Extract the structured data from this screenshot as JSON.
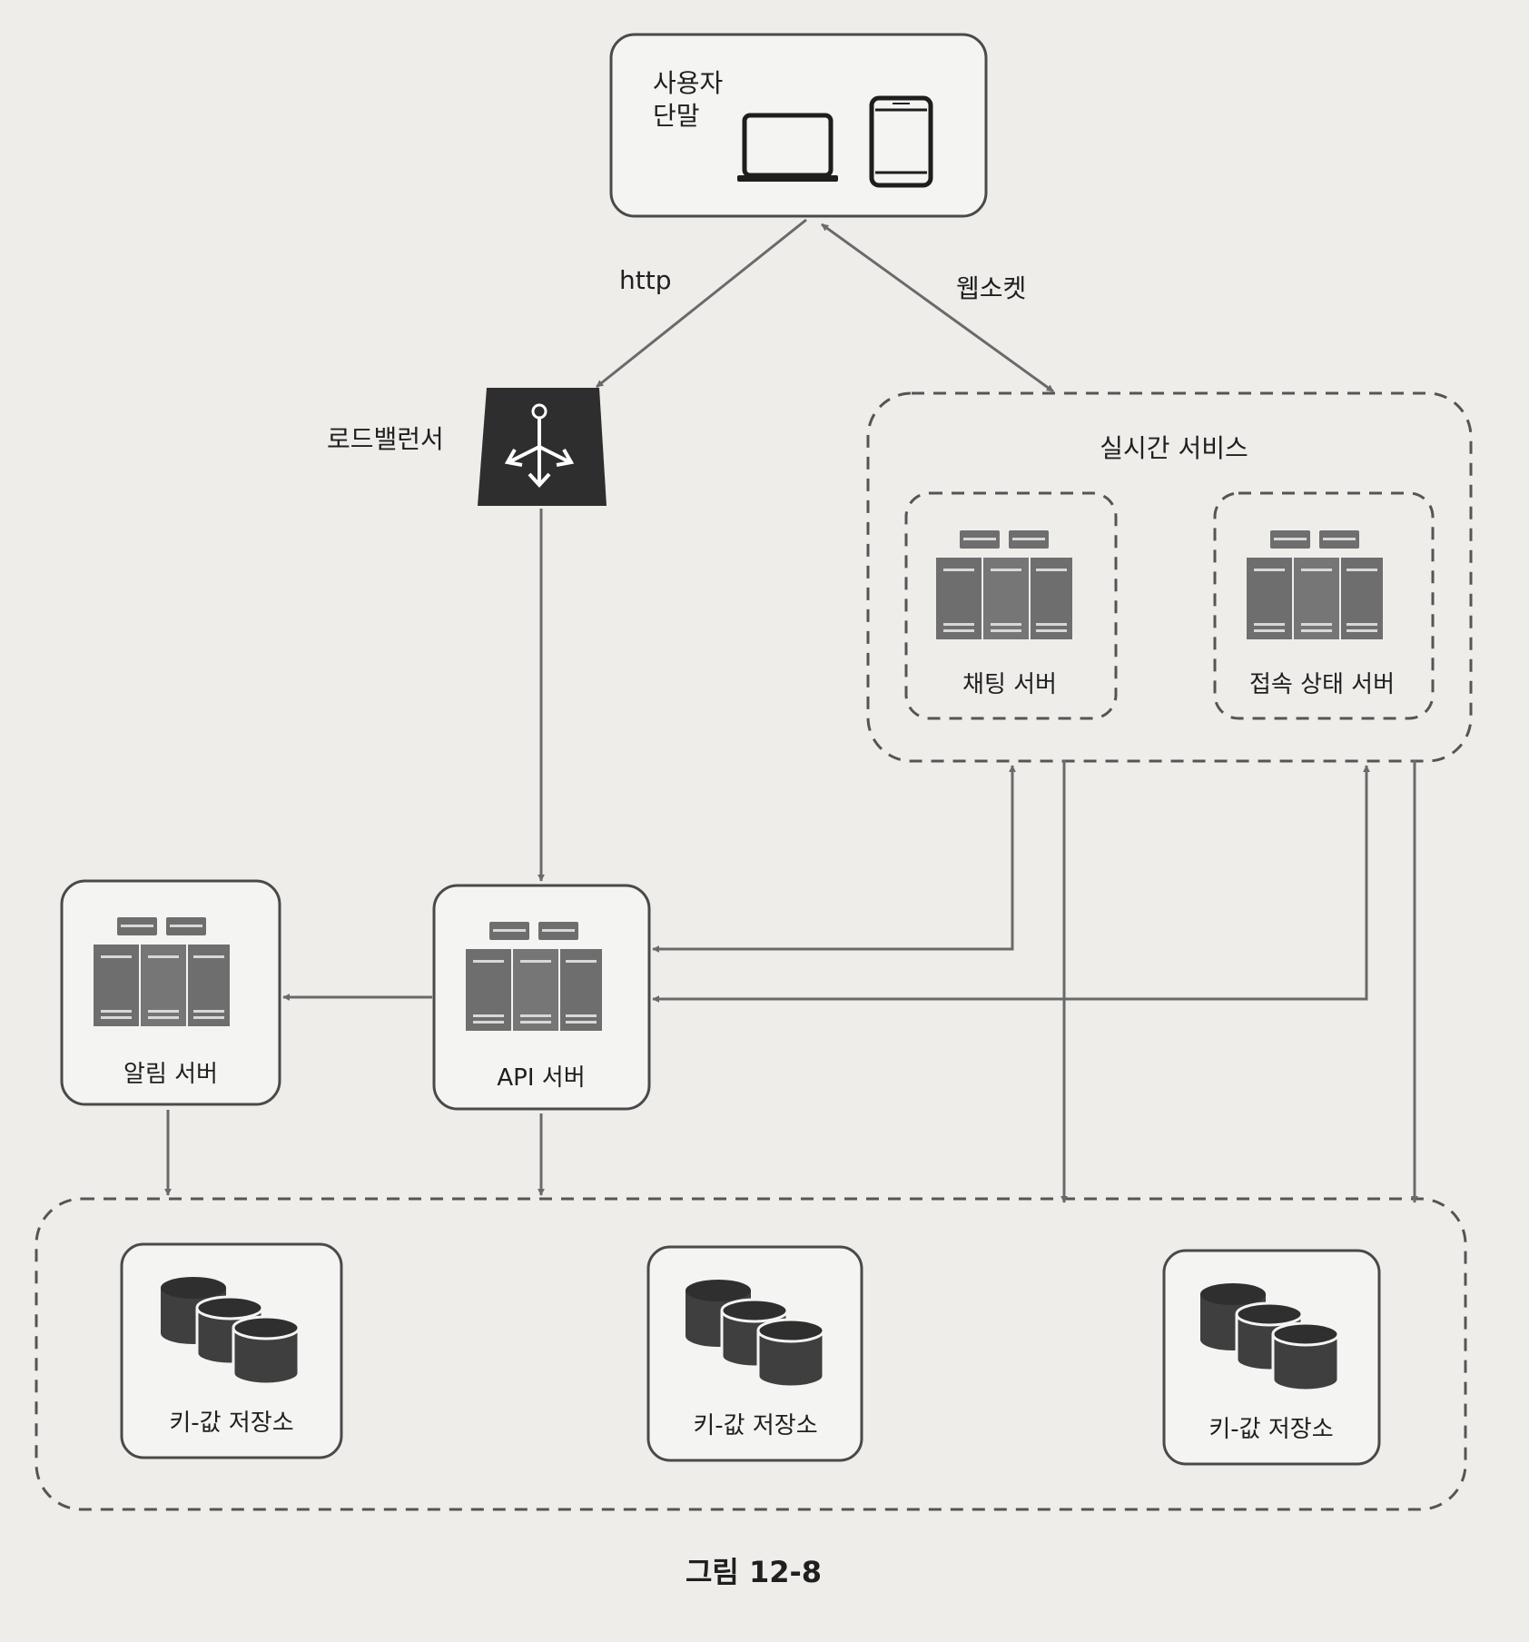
{
  "client": {
    "label_line1": "사용자",
    "label_line2": "단말"
  },
  "connections": {
    "http": "http",
    "websocket": "웹소켓"
  },
  "load_balancer": {
    "label": "로드밸런서"
  },
  "realtime": {
    "title": "실시간 서비스",
    "chat_server": "채팅 서버",
    "presence_server": "접속 상태 서버"
  },
  "api_server": {
    "label": "API 서버"
  },
  "notification_server": {
    "label": "알림 서버"
  },
  "storage": {
    "items": [
      "키-값 저장소",
      "키-값 저장소",
      "키-값 저장소"
    ]
  },
  "caption": "그림 12-8"
}
